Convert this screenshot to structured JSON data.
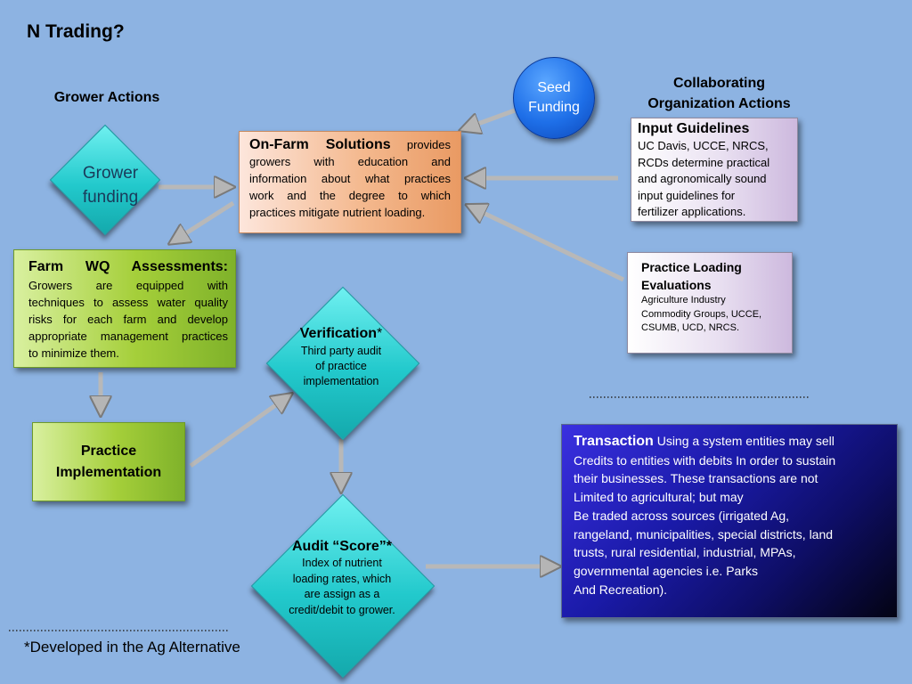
{
  "slide": {
    "title": "N Trading?",
    "grower_actions_header": "Grower Actions",
    "collab_header_line1": "Collaborating",
    "collab_header_line2": "Organization Actions",
    "footnote": "*Developed in the Ag Alternative",
    "colors": {
      "background": "#8db3e2",
      "diamond": "#22c9cc",
      "seed_circle": "#1e6fe8",
      "green_box": "#a5cf3a",
      "transaction_box": "#1a1a9e"
    }
  },
  "seed": {
    "line1": "Seed",
    "line2": "Funding"
  },
  "grower_funding": {
    "line1": "Grower",
    "line2": "funding"
  },
  "onfarm": {
    "title": "On-Farm Solutions",
    "line1": "provides",
    "line2": "growers with education and",
    "line3": "information about what practices",
    "line4": "work and the degree to which",
    "line5": "practices mitigate nutrient loading."
  },
  "input_guidelines": {
    "title": "Input Guidelines",
    "lines": [
      "UC Davis, UCCE, NRCS,",
      "RCDs determine practical",
      "and agronomically sound",
      "input guidelines for",
      "fertilizer applications."
    ]
  },
  "practice_loading": {
    "title_line1": "Practice Loading",
    "title_line2": "Evaluations",
    "lines": [
      "Agriculture Industry",
      "Commodity Groups,  UCCE,",
      "CSUMB, UCD, NRCS."
    ]
  },
  "farm_wq": {
    "title": "Farm WQ Assessments:",
    "lines": [
      "Growers are equipped with",
      "techniques to assess water quality",
      "risks for each farm and develop",
      "appropriate management practices",
      "to minimize them."
    ]
  },
  "practice_impl": {
    "line1": "Practice",
    "line2": "Implementation"
  },
  "verification": {
    "title": "Verification",
    "star": "*",
    "lines": [
      "Third party audit",
      "of practice",
      "implementation"
    ]
  },
  "audit": {
    "title": "Audit “Score”*",
    "lines": [
      "Index of nutrient",
      "loading rates, which",
      "are assign as a",
      "credit/debit to grower."
    ]
  },
  "transaction": {
    "title": "Transaction",
    "line1": "Using a system entities may sell",
    "lines": [
      "Credits to entities with debits In order to sustain",
      "their businesses. These transactions are not",
      "Limited to agricultural; but may",
      "Be traded across sources (irrigated Ag,",
      "rangeland, municipalities, special districts, land",
      "trusts, rural residential, industrial, MPAs,",
      "governmental  agencies i.e. Parks",
      "And Recreation)."
    ]
  }
}
